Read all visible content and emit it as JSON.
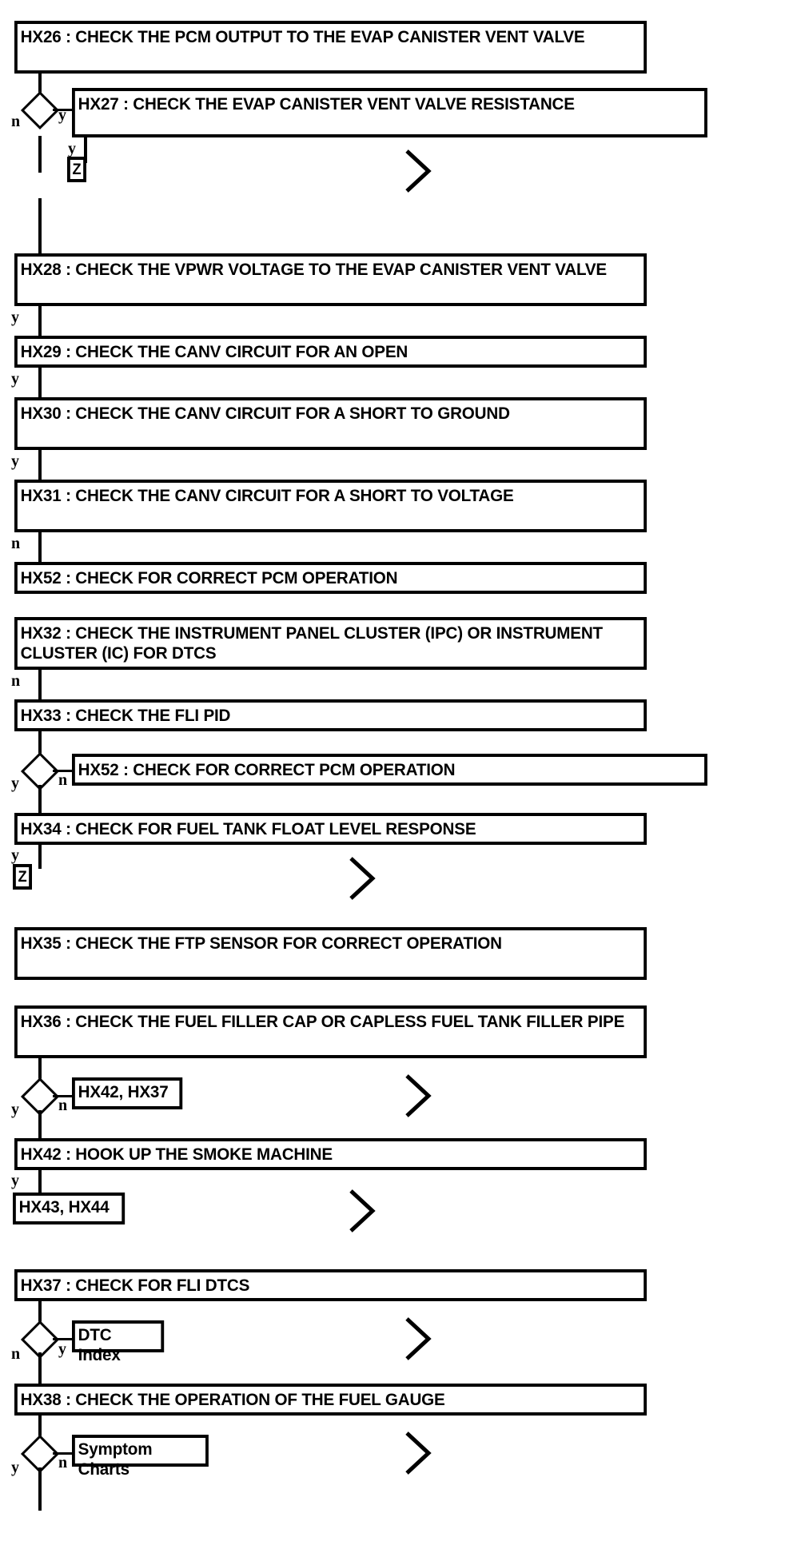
{
  "diagram": {
    "title": "EVAP / Fuel Level Diagnostic Flow Chart",
    "type": "flowchart",
    "stroke_color": "#000000",
    "fill_color": "#ffffff",
    "branch_yes": "y",
    "branch_no": "n",
    "connector_symbol": "Z",
    "goto_symbol": "chevron-right"
  },
  "steps": [
    {
      "id": "hx26",
      "label": "HX26 : CHECK THE PCM OUTPUT TO THE EVAP CANISTER VENT VALVE"
    },
    {
      "id": "hx27",
      "label": "HX27 : CHECK THE EVAP CANISTER VENT VALVE RESISTANCE"
    },
    {
      "id": "z1",
      "label": "Z"
    },
    {
      "id": "hx28",
      "label": "HX28 : CHECK THE VPWR VOLTAGE TO THE EVAP CANISTER VENT VALVE"
    },
    {
      "id": "hx29",
      "label": "HX29 : CHECK THE CANV CIRCUIT FOR AN OPEN"
    },
    {
      "id": "hx30",
      "label": "HX30 : CHECK THE CANV CIRCUIT FOR A SHORT TO GROUND"
    },
    {
      "id": "hx31",
      "label": "HX31 : CHECK THE CANV CIRCUIT FOR A SHORT TO VOLTAGE"
    },
    {
      "id": "hx52a",
      "label": "HX52 : CHECK FOR CORRECT PCM OPERATION"
    },
    {
      "id": "hx32",
      "label": "HX32 : CHECK THE INSTRUMENT PANEL CLUSTER (IPC) OR INSTRUMENT CLUSTER (IC) FOR DTCS"
    },
    {
      "id": "hx33",
      "label": "HX33 : CHECK THE FLI PID"
    },
    {
      "id": "hx52b",
      "label": "HX52 : CHECK FOR CORRECT PCM OPERATION"
    },
    {
      "id": "hx34",
      "label": "HX34 : CHECK FOR FUEL TANK FLOAT LEVEL RESPONSE"
    },
    {
      "id": "z2",
      "label": "Z"
    },
    {
      "id": "hx35",
      "label": "HX35 : CHECK THE FTP SENSOR FOR CORRECT OPERATION"
    },
    {
      "id": "hx36",
      "label": "HX36 : CHECK THE FUEL FILLER CAP OR CAPLESS FUEL TANK FILLER PIPE"
    },
    {
      "id": "hx4237",
      "label": "HX42, HX37"
    },
    {
      "id": "hx42",
      "label": "HX42 : HOOK UP THE SMOKE MACHINE"
    },
    {
      "id": "hx4344",
      "label": "HX43, HX44"
    },
    {
      "id": "hx37",
      "label": "HX37 : CHECK FOR FLI DTCS"
    },
    {
      "id": "dtcindex",
      "label": "DTC Index"
    },
    {
      "id": "hx38",
      "label": "HX38 : CHECK THE OPERATION OF THE FUEL GAUGE"
    },
    {
      "id": "symptom",
      "label": "Symptom Charts"
    }
  ],
  "branch_labels": {
    "b1_n": "n",
    "b1_y": "y",
    "b2_y": "y",
    "b3_y": "y",
    "b4_y": "y",
    "b5_y": "y",
    "b6_n": "n",
    "b7_n": "n",
    "b8_y": "y",
    "b8_n": "n",
    "b9_y": "y",
    "b10_y": "y",
    "b10_n": "n",
    "b11_y": "y",
    "b12_n": "n",
    "b12_y": "y",
    "b13_y": "y",
    "b13_n": "n"
  }
}
